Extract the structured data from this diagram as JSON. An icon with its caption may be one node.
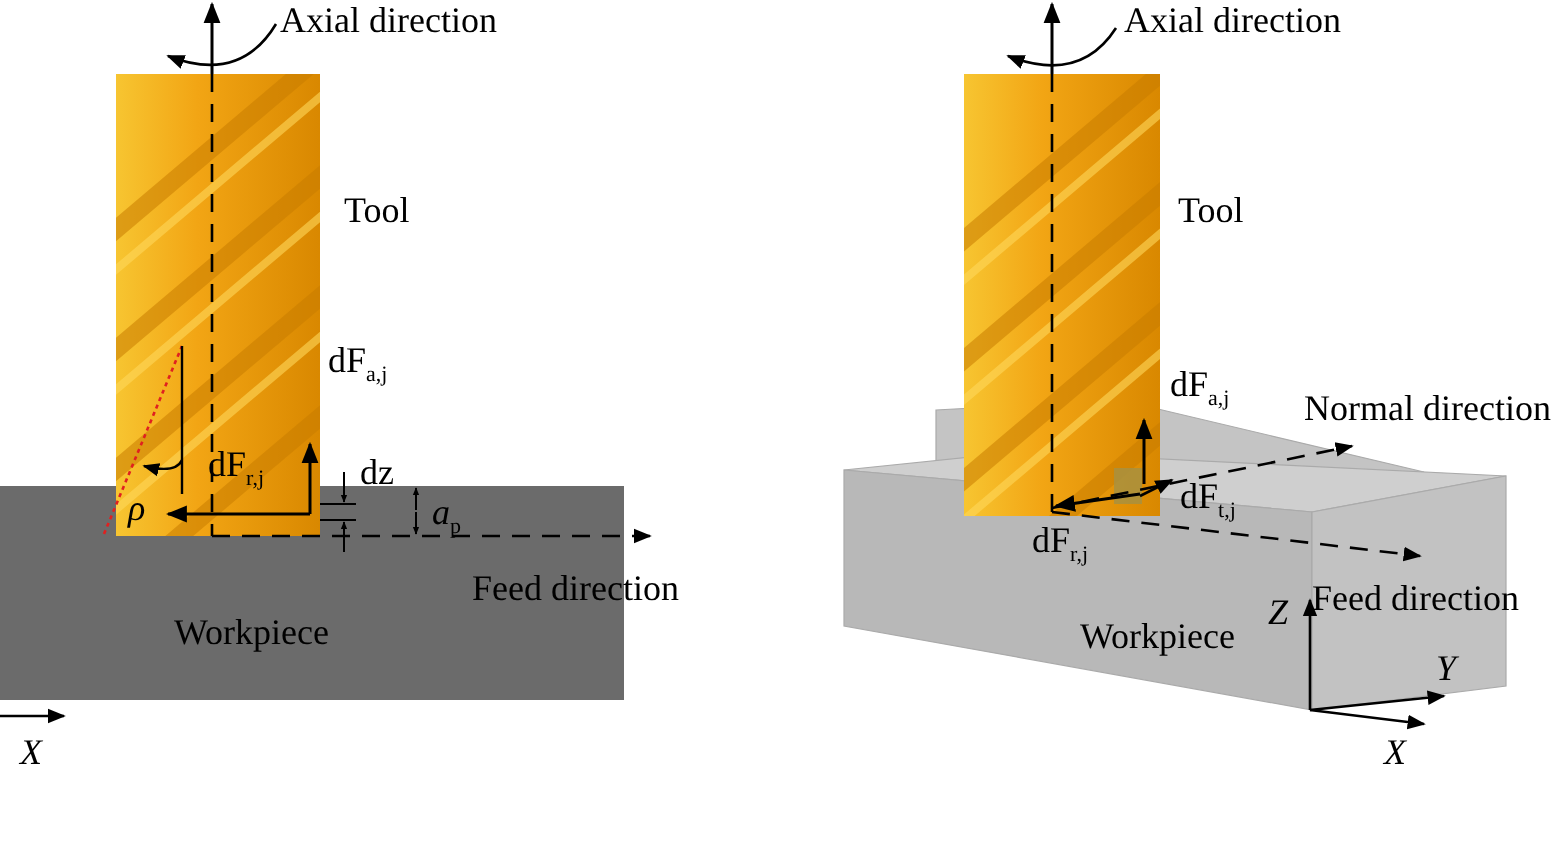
{
  "diagram": {
    "labels": [
      "Axial direction",
      "Tool",
      "dF$_{a,j}$",
      "dF$_{r,j}$",
      "dz",
      "*a*$_{p}$",
      "ρ",
      "Feed direction",
      "Workpiece",
      "X",
      "Axial direction",
      "Tool",
      "dF$_{a,j}$",
      "Normal direction",
      "dF$_{t,j}$",
      "dF$_{r,j}$",
      "Feed direction",
      "Z",
      "Workpiece",
      "Y",
      "X"
    ]
  }
}
